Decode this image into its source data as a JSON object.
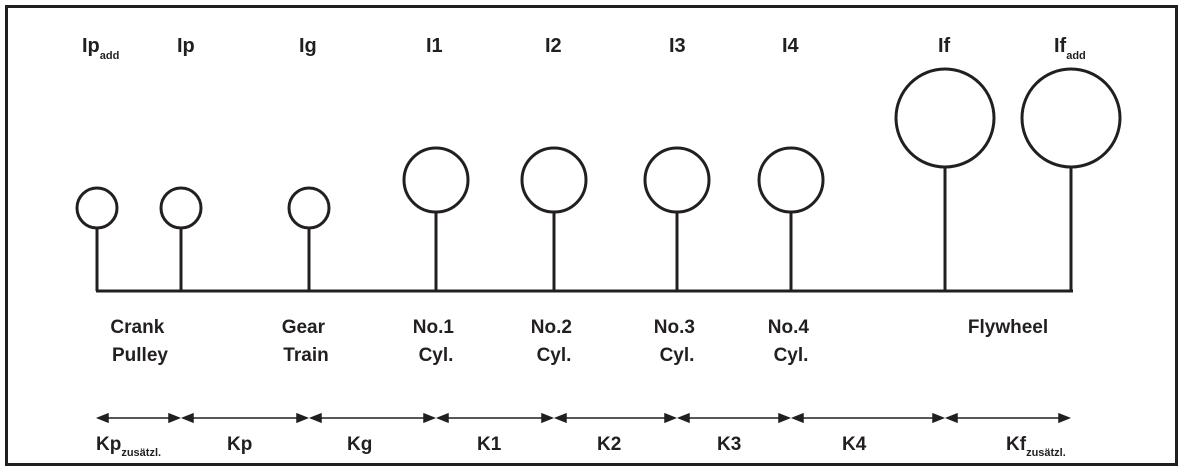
{
  "diagram": {
    "line_color": "#231f20",
    "inertias": [
      {
        "label": "Ip",
        "sub": "add"
      },
      {
        "label": "Ip",
        "sub": ""
      },
      {
        "label": "Ig",
        "sub": ""
      },
      {
        "label": "I1",
        "sub": ""
      },
      {
        "label": "I2",
        "sub": ""
      },
      {
        "label": "I3",
        "sub": ""
      },
      {
        "label": "I4",
        "sub": ""
      },
      {
        "label": "If",
        "sub": ""
      },
      {
        "label": "If",
        "sub": "add"
      }
    ],
    "components": [
      {
        "line1": "Crank",
        "line2": "Pulley"
      },
      {
        "line1": "Gear",
        "line2": "Train"
      },
      {
        "line1": "No.1",
        "line2": "Cyl."
      },
      {
        "line1": "No.2",
        "line2": "Cyl."
      },
      {
        "line1": "No.3",
        "line2": "Cyl."
      },
      {
        "line1": "No.4",
        "line2": "Cyl."
      },
      {
        "line1": "Flywheel",
        "line2": ""
      }
    ],
    "stiffness": [
      {
        "label": "Kp",
        "sub": "zusätzl."
      },
      {
        "label": "Kp",
        "sub": ""
      },
      {
        "label": "Kg",
        "sub": ""
      },
      {
        "label": "K1",
        "sub": ""
      },
      {
        "label": "K2",
        "sub": ""
      },
      {
        "label": "K3",
        "sub": ""
      },
      {
        "label": "K4",
        "sub": ""
      },
      {
        "label": "Kf",
        "sub": "zusätzl."
      }
    ]
  }
}
